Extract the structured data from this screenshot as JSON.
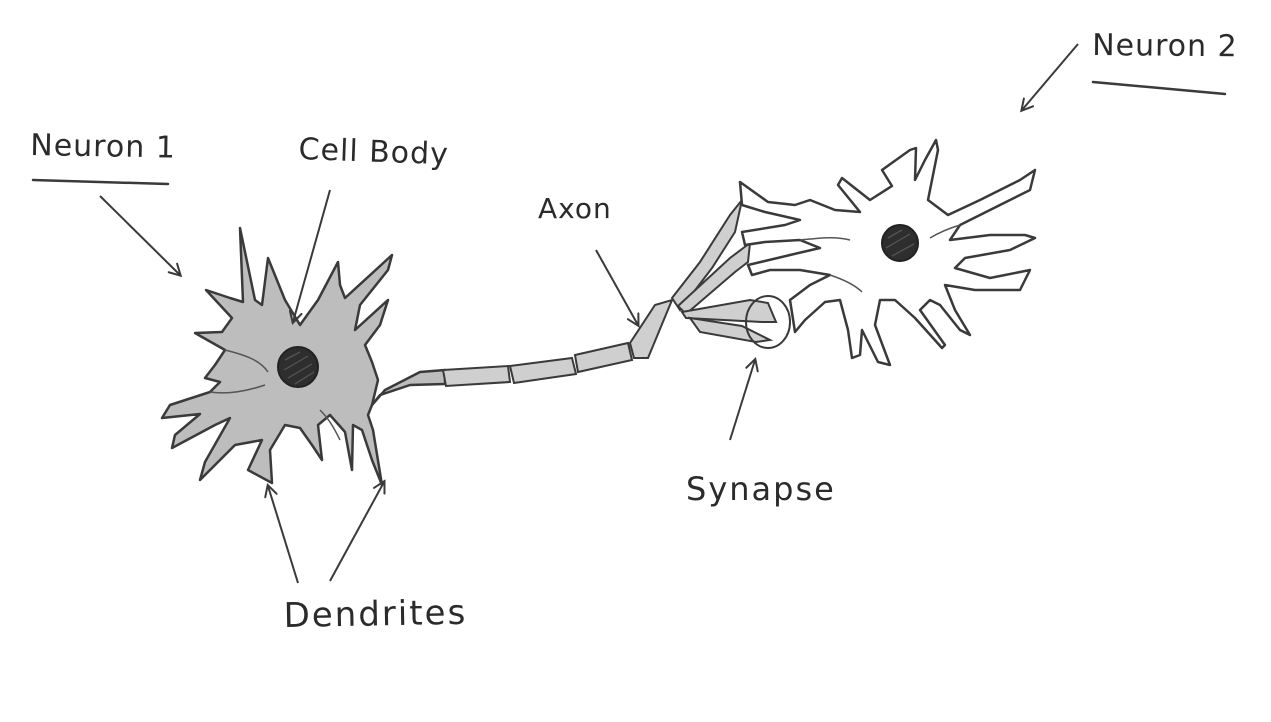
{
  "labels": {
    "neuron1": "Neuron 1",
    "neuron2": "Neuron 2",
    "cell_body": "Cell Body",
    "axon": "Axon",
    "synapse": "Synapse",
    "dendrites": "Dendrites"
  },
  "colors": {
    "ink": "#3a3a3a",
    "neuron1_fill": "#bdbdbd",
    "neuron2_fill": "#ffffff",
    "nucleus": "#2e2e2e",
    "background": "#ffffff"
  }
}
